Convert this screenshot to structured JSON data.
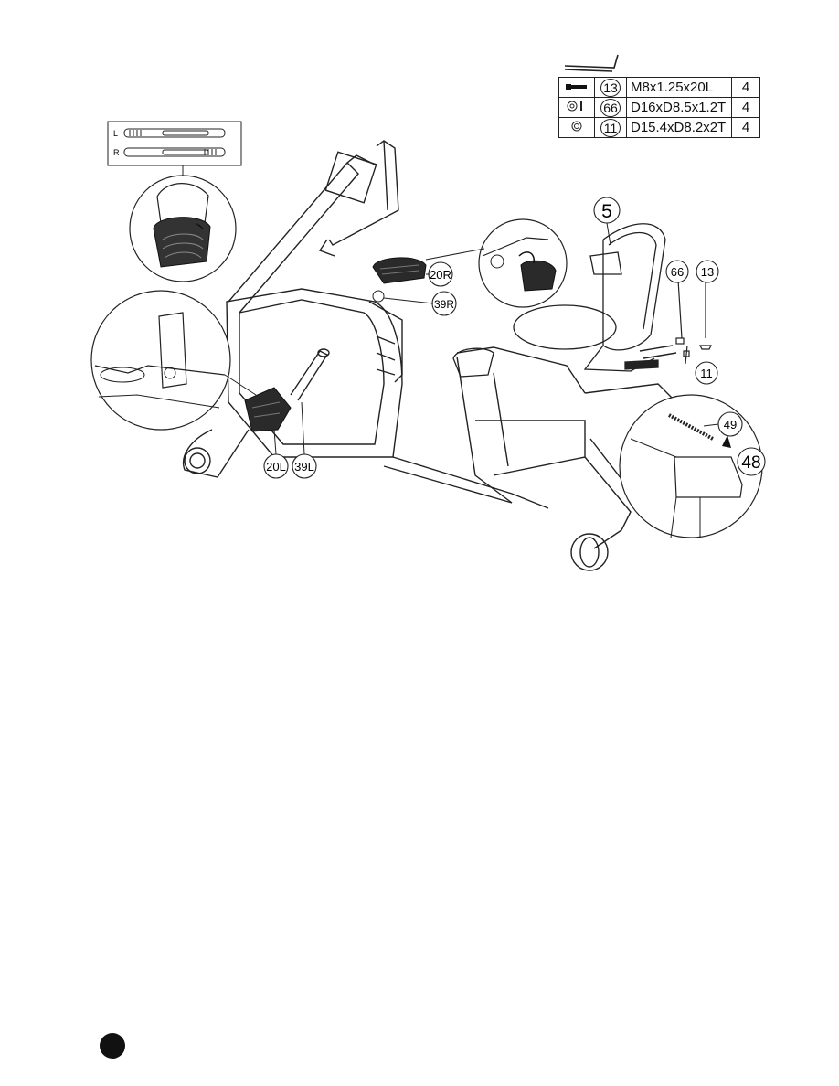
{
  "hardware": {
    "rows": [
      {
        "icon": "bolt-icon",
        "part": "13",
        "spec": "M8x1.25x20L",
        "qty": "4"
      },
      {
        "icon": "flat-washer-icon",
        "part": "66",
        "spec": "D16xD8.5x1.2T",
        "qty": "4"
      },
      {
        "icon": "spring-washer-icon",
        "part": "11",
        "spec": "D15.4xD8.2x2T",
        "qty": "4"
      }
    ]
  },
  "callouts": {
    "seat": "5",
    "washer": "66",
    "bolt": "13",
    "spring_washer": "11",
    "pedal_right": "20R",
    "crank_right": "39R",
    "pedal_left": "20L",
    "crank_left": "39L",
    "spring": "49",
    "cap": "48"
  },
  "strap_labels": {
    "left": "L",
    "right": "R"
  }
}
